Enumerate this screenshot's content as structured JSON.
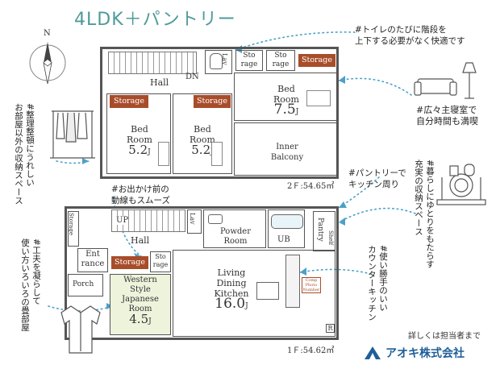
{
  "title": "4LDK＋パントリー",
  "compass": {
    "label": "N"
  },
  "callouts": {
    "toilet": [
      "#トイレのたびに階段を",
      "上下する必要がなく快適です"
    ],
    "master": [
      "#広々主寝室で",
      "自分時間も満喫"
    ],
    "pantry": [
      "#パントリーで",
      "キッチン周り"
    ],
    "storage_life": [
      "#暮らしにゆとりをもたらす",
      "充実の収納スペース"
    ],
    "counter": [
      "#使い勝手のいい",
      "カウンターキッチン"
    ],
    "organize": [
      "#整理整頓にうれしい",
      "お部屋以外の収納スペース"
    ],
    "route": [
      "#お出かけ前の",
      "動線もスムーズ"
    ],
    "japanese": [
      "#工夫を凝らして",
      "使い方いろいろの畳部屋"
    ]
  },
  "floor2": {
    "area": "2Ｆ:54.65㎡",
    "hall": "Hall",
    "dn": "DN",
    "lav": "Lav",
    "sto1": [
      "Sto",
      "rage"
    ],
    "sto2": [
      "Sto",
      "rage"
    ],
    "storage_top": "Storage",
    "bed_master": [
      "Bed",
      "Room",
      "7.5"
    ],
    "bed_left": [
      "Bed",
      "Room",
      "5.2"
    ],
    "bed_right": [
      "Bed",
      "Room",
      "5.2"
    ],
    "storage_left": "Storage",
    "storage_right": "Storage",
    "inner_balcony": [
      "Inner",
      "Balcony"
    ],
    "unit": "J"
  },
  "floor1": {
    "area": "1Ｆ:54.62㎡",
    "up": "UP",
    "lav": "Lav",
    "storage_v": "Storage",
    "powder": [
      "Powder",
      "Room"
    ],
    "ub": "UB",
    "pantry": "Pantry",
    "shelf": "Shelf",
    "hall": "Hall",
    "entrance": [
      "Ent",
      "rance"
    ],
    "storage": "Storage",
    "sto": [
      "Sto",
      "rage"
    ],
    "porch": "Porch",
    "japanese": [
      "Western",
      "Style",
      "Japanese",
      "Room",
      "4.5"
    ],
    "ldk": [
      "Living",
      "Dining",
      "Kitchen",
      "16.0"
    ],
    "counter": [
      "Comp",
      "Photo",
      "Number"
    ],
    "r": "R",
    "unit": "J"
  },
  "footer": {
    "note": "詳しくは担当者まで",
    "company": "アオキ株式会社"
  },
  "colors": {
    "accent": "#a84d2a",
    "teal": "#4f9a9a",
    "dotted": "#4aa0c8",
    "tatami": "#eef3dc"
  }
}
